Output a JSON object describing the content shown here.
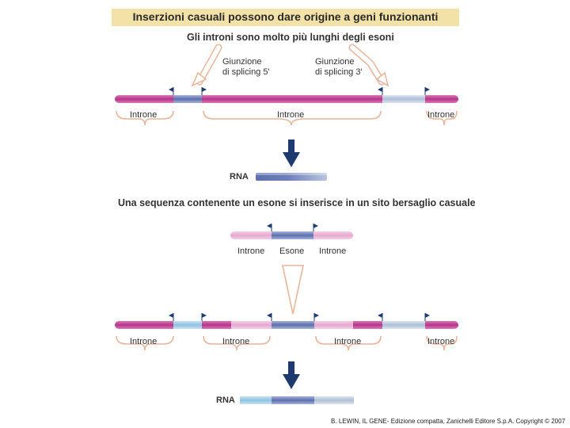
{
  "title": "Inserzioni casuali possono dare origine a geni funzionanti",
  "subtitle_top": "Gli introni sono molto più lunghi degli esoni",
  "splice5_line1": "Giunzione",
  "splice5_line2": "di splicing 5′",
  "splice3_line1": "Giunzione",
  "splice3_line2": "di splicing 3′",
  "top_labels": {
    "intron_left": "Introne",
    "intron_mid": "Introne",
    "intron_right": "Introne"
  },
  "rna_label_1": "RNA",
  "subtitle_mid": "Una sequenza contenente un esone si inserisce in un sito bersaglio casuale",
  "insert_labels": {
    "intron_left": "Introne",
    "exon": "Esone",
    "intron_right": "Introne"
  },
  "bottom_labels": {
    "intron_1": "Introne",
    "intron_2": "Introne",
    "intron_3": "Introne",
    "intron_4": "Introne"
  },
  "rna_label_2": "RNA",
  "credit": "B. LEWIN, IL GENE- Edizione compatta, Zanichelli Editore S.p.A. Copyright © 2007",
  "colors": {
    "title_bg": "#f3e2a8",
    "intron_magenta": "#b8348a",
    "intron_pink": "#e6a8cf",
    "exon_blue": "#5d6fad",
    "exon_light_blue": "#8fc1e0",
    "exon_grey_blue": "#aebfd6",
    "brace": "#e8b49a",
    "arrow_dark": "#1f3a6e",
    "flag": "#1f3a6e"
  }
}
